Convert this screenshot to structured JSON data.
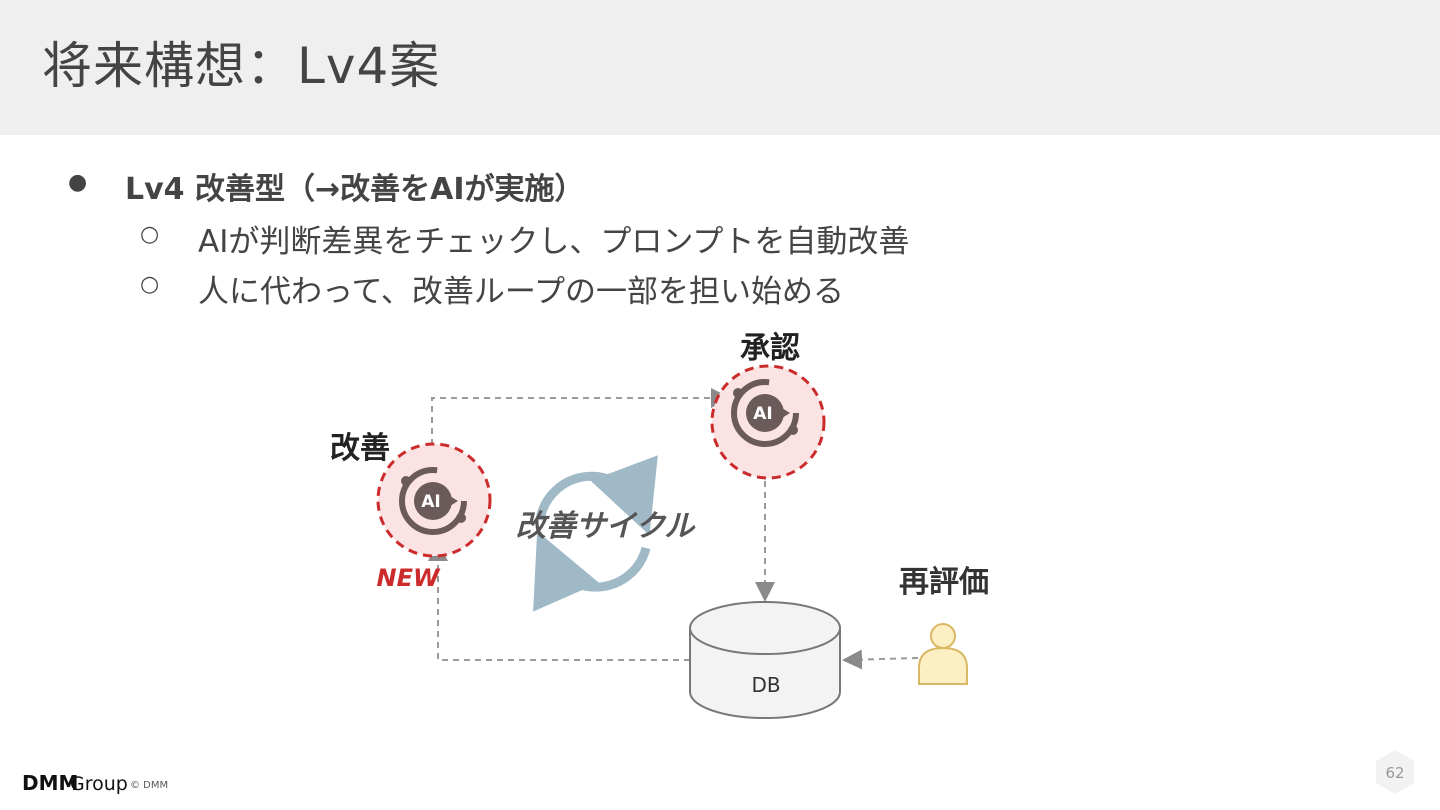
{
  "header": {
    "title": "将来構想：Lv4案"
  },
  "bullets": {
    "main": "Lv4 改善型（→改善をAIが実施）",
    "main_marker": "●",
    "sub_marker": "○",
    "sub": [
      "AIが判断差異をチェックし、プロンプトを自動改善",
      "人に代わって、改善ループの一部を担い始める"
    ]
  },
  "diagram": {
    "approve_label": "承認",
    "improve_label": "改善",
    "cycle_label": "改善サイクル",
    "new_label": "NEW",
    "reevaluate_label": "再評価",
    "db_label": "DB",
    "ai_badge": "AI",
    "colors": {
      "ai_ring": "#cc2b2b",
      "ai_fill": "#fbe3e3",
      "new_text": "#cc2b2b",
      "user_fill": "#fdefc4",
      "user_stroke": "#d9b864",
      "cycle_arrow": "#9fb9c6"
    }
  },
  "footer": {
    "logo_text": "DMM",
    "logo_group": "Group",
    "copyright": "© DMM",
    "page_number": "62"
  }
}
